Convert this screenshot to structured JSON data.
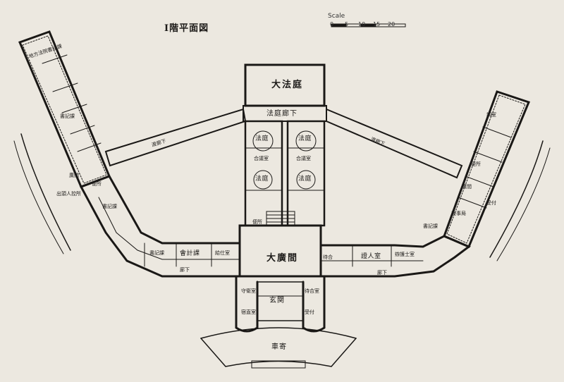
{
  "title": "Ⅰ階平面図",
  "scale": {
    "label": "Scale",
    "ticks": [
      "0",
      "5",
      "10",
      "15",
      "20"
    ]
  },
  "rooms": {
    "great_court": "大法庭",
    "court_corridor": "法庭廊下",
    "court": "法庭",
    "deliberation": "合議室",
    "waiting": "待合",
    "grand_hall": "大廣間",
    "front_hall": "玄関",
    "carriage": "車寄",
    "guard": "守衛室",
    "dorm": "宿直室",
    "toilet": "便所",
    "hall": "廣間",
    "corridor": "廊下",
    "connecting_corridor": "渡廊下",
    "accounting": "會計課",
    "records_left": "書記課",
    "records_right": "書記課",
    "district_records": "地方法院書記課",
    "witness": "證人室",
    "lawyers": "辯護士室",
    "applicants": "出頭人控所",
    "staff": "給仕室",
    "reception": "受付",
    "waiting_room": "待合室",
    "examination": "調室",
    "prosecutor": "検事局"
  }
}
